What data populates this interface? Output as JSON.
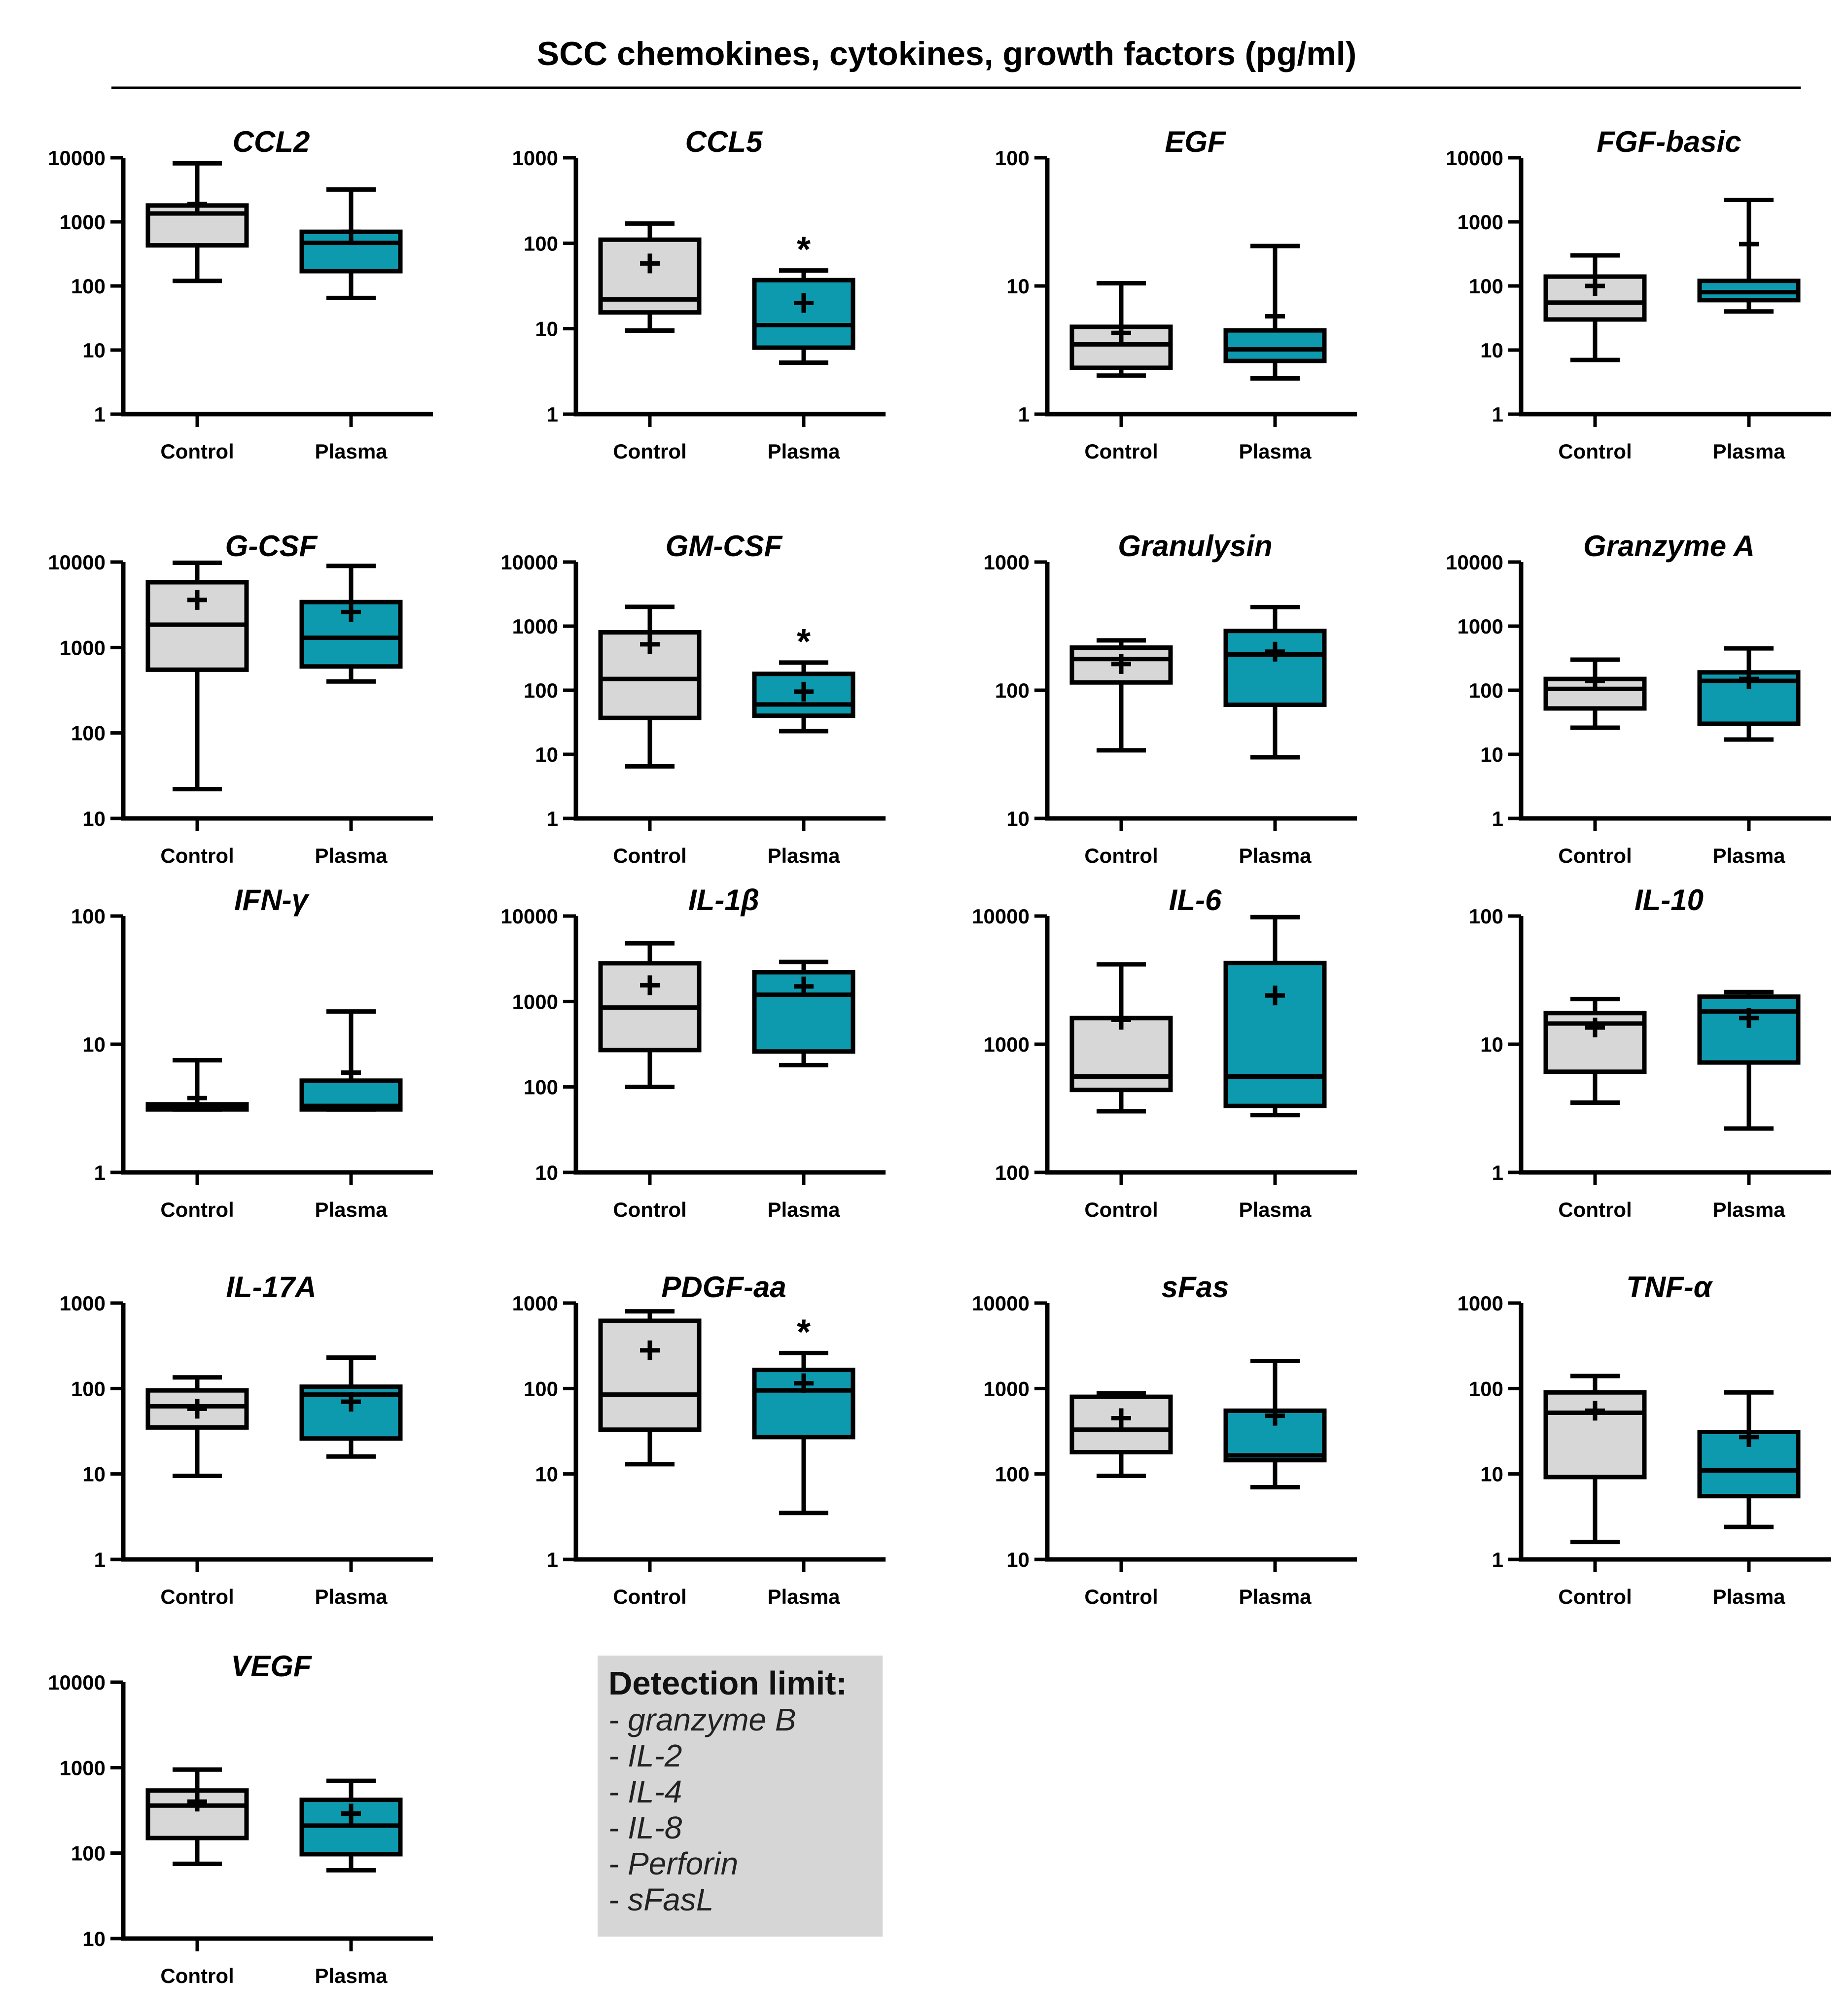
{
  "figure_title": "SCC chemokines, cytokines, growth factors (pg/ml)",
  "colors": {
    "control": "#d7d7d7",
    "plasma": "#0e9aae",
    "line": "#000000"
  },
  "categories": [
    "Control",
    "Plasma"
  ],
  "chart_data": [
    {
      "type": "box",
      "title": "CCL2",
      "yscale": "log",
      "ylim": [
        1,
        10000
      ],
      "yticks": [
        "1",
        "10",
        "100",
        "1000",
        "10000"
      ],
      "categories": [
        "Control",
        "Plasma"
      ],
      "series": [
        {
          "name": "Control",
          "min": 120,
          "q1": 430,
          "median": 1350,
          "q3": 1800,
          "max": 8200,
          "mean": 1900
        },
        {
          "name": "Plasma",
          "min": 65,
          "q1": 170,
          "median": 470,
          "q3": 700,
          "max": 3200,
          "mean": 700
        }
      ],
      "annotations": []
    },
    {
      "type": "box",
      "title": "CCL5",
      "yscale": "log",
      "ylim": [
        1,
        1000
      ],
      "yticks": [
        "1",
        "10",
        "100",
        "1000"
      ],
      "categories": [
        "Control",
        "Plasma"
      ],
      "series": [
        {
          "name": "Control",
          "min": 9.5,
          "q1": 15.5,
          "median": 22,
          "q3": 110,
          "max": 170,
          "mean": 58
        },
        {
          "name": "Plasma",
          "min": 4,
          "q1": 6,
          "median": 11,
          "q3": 37,
          "max": 48,
          "mean": 20
        }
      ],
      "annotations": [
        {
          "category": "Plasma",
          "text": "*"
        }
      ]
    },
    {
      "type": "box",
      "title": "EGF",
      "yscale": "log",
      "ylim": [
        1,
        100
      ],
      "yticks": [
        "1",
        "10",
        "100"
      ],
      "categories": [
        "Control",
        "Plasma"
      ],
      "series": [
        {
          "name": "Control",
          "min": 2,
          "q1": 2.3,
          "median": 3.5,
          "q3": 4.8,
          "max": 10.5,
          "mean": 4.3
        },
        {
          "name": "Plasma",
          "min": 1.9,
          "q1": 2.6,
          "median": 3.2,
          "q3": 4.5,
          "max": 20.5,
          "mean": 5.8
        }
      ],
      "annotations": []
    },
    {
      "type": "box",
      "title": "FGF-basic",
      "yscale": "log",
      "ylim": [
        1,
        10000
      ],
      "yticks": [
        "1",
        "10",
        "100",
        "1000",
        "10000"
      ],
      "categories": [
        "Control",
        "Plasma"
      ],
      "series": [
        {
          "name": "Control",
          "min": 7,
          "q1": 30,
          "median": 55,
          "q3": 140,
          "max": 300,
          "mean": 100
        },
        {
          "name": "Plasma",
          "min": 40,
          "q1": 60,
          "median": 80,
          "q3": 120,
          "max": 2200,
          "mean": 450
        }
      ],
      "annotations": []
    },
    {
      "type": "box",
      "title": "G-CSF",
      "yscale": "log",
      "ylim": [
        10,
        10000
      ],
      "yticks": [
        "10",
        "100",
        "1000",
        "10000"
      ],
      "categories": [
        "Control",
        "Plasma"
      ],
      "series": [
        {
          "name": "Control",
          "min": 22,
          "q1": 550,
          "median": 1850,
          "q3": 5800,
          "max": 9800,
          "mean": 3600
        },
        {
          "name": "Plasma",
          "min": 400,
          "q1": 600,
          "median": 1300,
          "q3": 3400,
          "max": 9000,
          "mean": 2600
        }
      ],
      "annotations": []
    },
    {
      "type": "box",
      "title": "GM-CSF",
      "yscale": "log",
      "ylim": [
        1,
        10000
      ],
      "yticks": [
        "1",
        "10",
        "100",
        "1000",
        "10000"
      ],
      "categories": [
        "Control",
        "Plasma"
      ],
      "series": [
        {
          "name": "Control",
          "min": 6.5,
          "q1": 37,
          "median": 150,
          "q3": 800,
          "max": 2000,
          "mean": 520
        },
        {
          "name": "Plasma",
          "min": 23,
          "q1": 40,
          "median": 60,
          "q3": 180,
          "max": 270,
          "mean": 95
        }
      ],
      "annotations": [
        {
          "category": "Plasma",
          "text": "*"
        }
      ]
    },
    {
      "type": "box",
      "title": "Granulysin",
      "yscale": "log",
      "ylim": [
        10,
        1000
      ],
      "yticks": [
        "10",
        "100",
        "1000"
      ],
      "categories": [
        "Control",
        "Plasma"
      ],
      "series": [
        {
          "name": "Control",
          "min": 34,
          "q1": 115,
          "median": 175,
          "q3": 215,
          "max": 245,
          "mean": 160
        },
        {
          "name": "Plasma",
          "min": 30,
          "q1": 77,
          "median": 190,
          "q3": 290,
          "max": 445,
          "mean": 200
        }
      ],
      "annotations": []
    },
    {
      "type": "box",
      "title": "Granzyme A",
      "yscale": "log",
      "ylim": [
        1,
        10000
      ],
      "yticks": [
        "1",
        "10",
        "100",
        "1000",
        "10000"
      ],
      "categories": [
        "Control",
        "Plasma"
      ],
      "series": [
        {
          "name": "Control",
          "min": 26,
          "q1": 52,
          "median": 105,
          "q3": 150,
          "max": 300,
          "mean": 140
        },
        {
          "name": "Plasma",
          "min": 17,
          "q1": 30,
          "median": 140,
          "q3": 190,
          "max": 450,
          "mean": 150
        }
      ],
      "annotations": []
    },
    {
      "type": "box",
      "title": "IFN-γ",
      "yscale": "log",
      "ylim": [
        1,
        100
      ],
      "yticks": [
        "1",
        "10",
        "100"
      ],
      "categories": [
        "Control",
        "Plasma"
      ],
      "series": [
        {
          "name": "Control",
          "min": 3.1,
          "q1": 3.1,
          "median": 3.2,
          "q3": 3.4,
          "max": 7.5,
          "mean": 3.8
        },
        {
          "name": "Plasma",
          "min": 3.1,
          "q1": 3.1,
          "median": 3.3,
          "q3": 5.2,
          "max": 18,
          "mean": 6
        }
      ],
      "annotations": []
    },
    {
      "type": "box",
      "title": "IL-1β",
      "yscale": "log",
      "ylim": [
        10,
        10000
      ],
      "yticks": [
        "10",
        "100",
        "1000",
        "10000"
      ],
      "categories": [
        "Control",
        "Plasma"
      ],
      "series": [
        {
          "name": "Control",
          "min": 100,
          "q1": 270,
          "median": 850,
          "q3": 2800,
          "max": 4800,
          "mean": 1550
        },
        {
          "name": "Plasma",
          "min": 180,
          "q1": 260,
          "median": 1200,
          "q3": 2200,
          "max": 2900,
          "mean": 1500
        }
      ],
      "annotations": []
    },
    {
      "type": "box",
      "title": "IL-6",
      "yscale": "log",
      "ylim": [
        100,
        10000
      ],
      "yticks": [
        "100",
        "1000",
        "10000"
      ],
      "categories": [
        "Control",
        "Plasma"
      ],
      "series": [
        {
          "name": "Control",
          "min": 300,
          "q1": 440,
          "median": 560,
          "q3": 1600,
          "max": 4200,
          "mean": 1550
        },
        {
          "name": "Plasma",
          "min": 280,
          "q1": 330,
          "median": 560,
          "q3": 4300,
          "max": 9800,
          "mean": 2400
        }
      ],
      "annotations": []
    },
    {
      "type": "box",
      "title": "IL-10",
      "yscale": "log",
      "ylim": [
        1,
        100
      ],
      "yticks": [
        "1",
        "10",
        "100"
      ],
      "categories": [
        "Control",
        "Plasma"
      ],
      "series": [
        {
          "name": "Control",
          "min": 3.5,
          "q1": 6.1,
          "median": 14.5,
          "q3": 17.5,
          "max": 22.5,
          "mean": 13.5
        },
        {
          "name": "Plasma",
          "min": 2.2,
          "q1": 7.2,
          "median": 18,
          "q3": 23.5,
          "max": 25.5,
          "mean": 16
        }
      ],
      "annotations": []
    },
    {
      "type": "box",
      "title": "IL-17A",
      "yscale": "log",
      "ylim": [
        1,
        1000
      ],
      "yticks": [
        "1",
        "10",
        "100",
        "1000"
      ],
      "categories": [
        "Control",
        "Plasma"
      ],
      "series": [
        {
          "name": "Control",
          "min": 9.5,
          "q1": 35,
          "median": 62,
          "q3": 95,
          "max": 135,
          "mean": 58
        },
        {
          "name": "Plasma",
          "min": 16,
          "q1": 26,
          "median": 85,
          "q3": 105,
          "max": 230,
          "mean": 70
        }
      ],
      "annotations": []
    },
    {
      "type": "box",
      "title": "PDGF-aa",
      "yscale": "log",
      "ylim": [
        1,
        1000
      ],
      "yticks": [
        "1",
        "10",
        "100",
        "1000"
      ],
      "categories": [
        "Control",
        "Plasma"
      ],
      "series": [
        {
          "name": "Control",
          "min": 13,
          "q1": 33,
          "median": 85,
          "q3": 620,
          "max": 800,
          "mean": 280
        },
        {
          "name": "Plasma",
          "min": 3.5,
          "q1": 27,
          "median": 95,
          "q3": 165,
          "max": 260,
          "mean": 115
        }
      ],
      "annotations": [
        {
          "category": "Plasma",
          "text": "*"
        }
      ]
    },
    {
      "type": "box",
      "title": "sFas",
      "yscale": "log",
      "ylim": [
        10,
        10000
      ],
      "yticks": [
        "10",
        "100",
        "1000",
        "10000"
      ],
      "categories": [
        "Control",
        "Plasma"
      ],
      "series": [
        {
          "name": "Control",
          "min": 95,
          "q1": 180,
          "median": 330,
          "q3": 800,
          "max": 880,
          "mean": 450
        },
        {
          "name": "Plasma",
          "min": 70,
          "q1": 145,
          "median": 165,
          "q3": 550,
          "max": 2100,
          "mean": 480
        }
      ],
      "annotations": []
    },
    {
      "type": "box",
      "title": "TNF-α",
      "yscale": "log",
      "ylim": [
        1,
        1000
      ],
      "yticks": [
        "1",
        "10",
        "100",
        "1000"
      ],
      "categories": [
        "Control",
        "Plasma"
      ],
      "series": [
        {
          "name": "Control",
          "min": 1.6,
          "q1": 9.2,
          "median": 52,
          "q3": 90,
          "max": 140,
          "mean": 55
        },
        {
          "name": "Plasma",
          "min": 2.4,
          "q1": 5.5,
          "median": 11,
          "q3": 31,
          "max": 90,
          "mean": 27
        }
      ],
      "annotations": []
    },
    {
      "type": "box",
      "title": "VEGF",
      "yscale": "log",
      "ylim": [
        10,
        10000
      ],
      "yticks": [
        "10",
        "100",
        "1000",
        "10000"
      ],
      "categories": [
        "Control",
        "Plasma"
      ],
      "series": [
        {
          "name": "Control",
          "min": 75,
          "q1": 150,
          "median": 360,
          "q3": 540,
          "max": 950,
          "mean": 400
        },
        {
          "name": "Plasma",
          "min": 63,
          "q1": 97,
          "median": 210,
          "q3": 420,
          "max": 700,
          "mean": 290
        }
      ],
      "annotations": []
    }
  ],
  "detection_note": {
    "title": "Detection limit:",
    "items": [
      "- granzyme B",
      "- IL-2",
      "- IL-4",
      "- IL-8",
      "- Perforin",
      "- sFasL"
    ]
  }
}
